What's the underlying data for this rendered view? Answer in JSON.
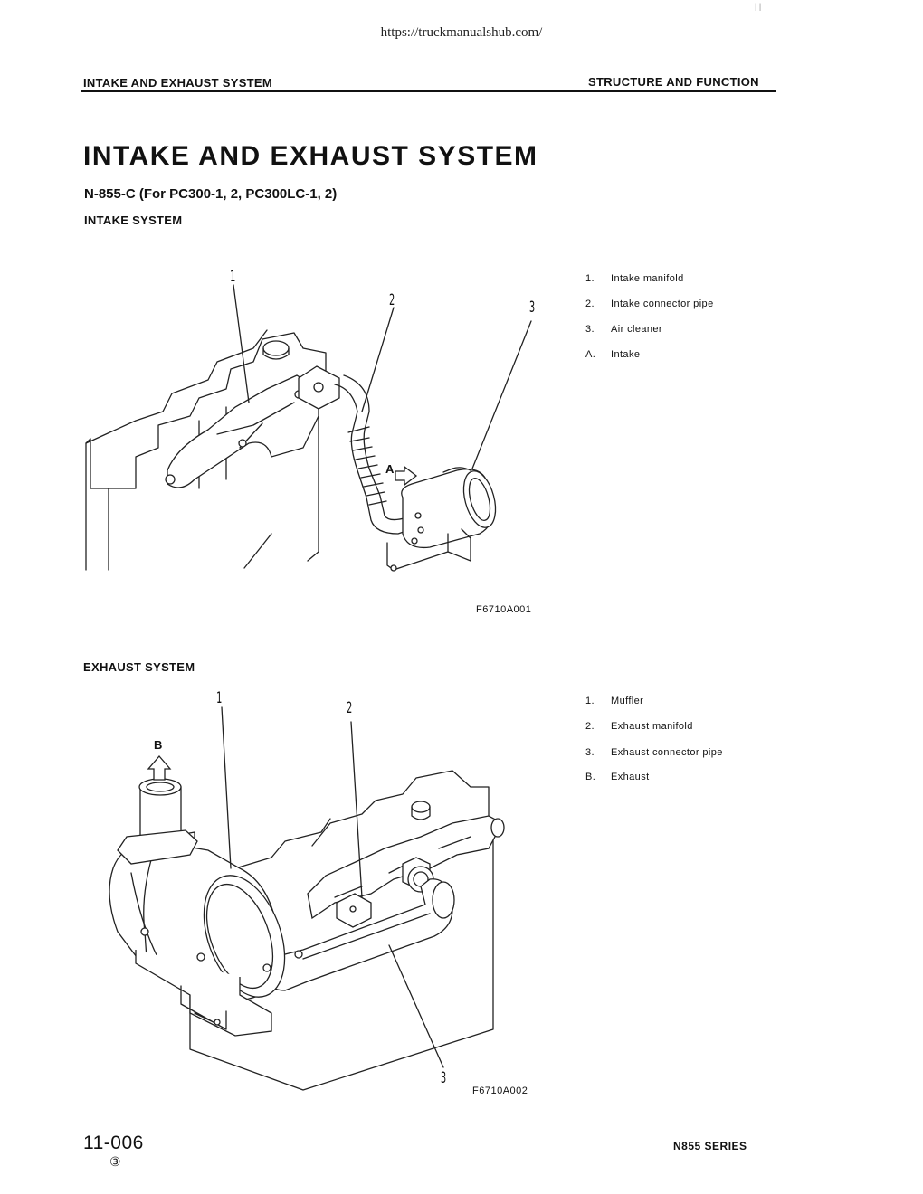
{
  "source_url": "https://truckmanualshub.com/",
  "header": {
    "left": "INTAKE AND EXHAUST SYSTEM",
    "right": "STRUCTURE AND FUNCTION"
  },
  "title": "INTAKE AND EXHAUST SYSTEM",
  "model_line": "N-855-C (For PC300-1, 2, PC300LC-1, 2)",
  "intake": {
    "heading": "INTAKE SYSTEM",
    "legend": [
      {
        "key": "1.",
        "label": "Intake manifold"
      },
      {
        "key": "2.",
        "label": "Intake connector pipe"
      },
      {
        "key": "3.",
        "label": "Air cleaner"
      },
      {
        "key": "A.",
        "label": "Intake"
      }
    ],
    "callouts": [
      "1",
      "2",
      "3",
      "A"
    ],
    "figure_id": "F6710A001"
  },
  "exhaust": {
    "heading": "EXHAUST SYSTEM",
    "legend": [
      {
        "key": "1.",
        "label": "Muffler"
      },
      {
        "key": "2.",
        "label": "Exhaust manifold"
      },
      {
        "key": "3.",
        "label": "Exhaust connector pipe"
      },
      {
        "key": "B.",
        "label": "Exhaust"
      }
    ],
    "callouts": [
      "1",
      "2",
      "3",
      "B"
    ],
    "figure_id": "F6710A002"
  },
  "footer": {
    "page_number": "11-006",
    "revision": "③",
    "series": "N855 SERIES"
  },
  "corner_mark": "|   |"
}
